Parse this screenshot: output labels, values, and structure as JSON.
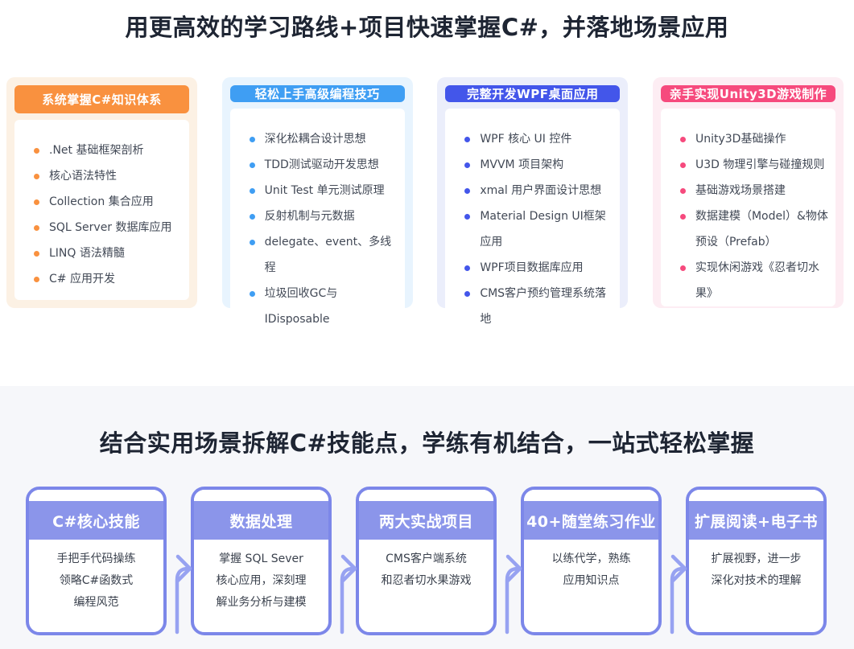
{
  "section1": {
    "title": "用更高效的学习路线+项目快速掌握C#，并落地场景应用",
    "cards": [
      {
        "title": "系统掌握C#知识体系",
        "theme": {
          "accent": "#F9913F",
          "tint": "#FCF1E4"
        },
        "items": [
          ".Net 基础框架剖析",
          "核心语法特性",
          "Collection 集合应用",
          "SQL Server 数据库应用",
          "LINQ 语法精髓",
          "C# 应用开发"
        ]
      },
      {
        "title": "轻松上手高级编程技巧",
        "theme": {
          "accent": "#3F9EF3",
          "tint": "#E8F4FE"
        },
        "items": [
          "深化松耦合设计思想",
          "TDD测试驱动开发思想",
          "Unit Test 单元测试原理",
          "反射机制与元数据",
          "delegate、event、多线程",
          "垃圾回收GC与IDisposable"
        ]
      },
      {
        "title": "完整开发WPF桌面应用",
        "theme": {
          "accent": "#4356EA",
          "tint": "#EBEEFB"
        },
        "items": [
          "WPF 核心 UI 控件",
          "MVVM 项目架构",
          "xmal 用户界面设计思想",
          "Material Design UI框架应用",
          "WPF项目数据库应用",
          "CMS客户预约管理系统落地"
        ]
      },
      {
        "title": "亲手实现Unity3D游戏制作",
        "theme": {
          "accent": "#F64A7D",
          "tint": "#FDEDF3"
        },
        "items": [
          "Unity3D基础操作",
          "U3D 物理引擎与碰撞规则",
          "基础游戏场景搭建",
          "数据建模（Model）&物体\n预设（Prefab）",
          "实现休闲游戏《忍者切水果》"
        ]
      }
    ]
  },
  "section2": {
    "title": "结合实用场景拆解C#技能点，学练有机结合，一站式轻松掌握",
    "theme": {
      "bg": "#F6F7FA",
      "border": "#7C87E9",
      "band": "#8B95EA",
      "arrow": "#97A2F1"
    },
    "steps": [
      {
        "title": "C#核心技能",
        "desc": "手把手代码操练\n领略C#函数式\n编程风范"
      },
      {
        "title": "数据处理",
        "desc": "掌握 SQL Sever\n核心应用，深刻理\n解业务分析与建模"
      },
      {
        "title": "两大实战项目",
        "desc": "CMS客户端系统\n和忍者切水果游戏"
      },
      {
        "title": "40+随堂练习作业",
        "desc": "以练代学，熟练\n应用知识点"
      },
      {
        "title": "扩展阅读+电子书",
        "desc": "扩展视野，进一步\n深化对技术的理解"
      }
    ]
  }
}
